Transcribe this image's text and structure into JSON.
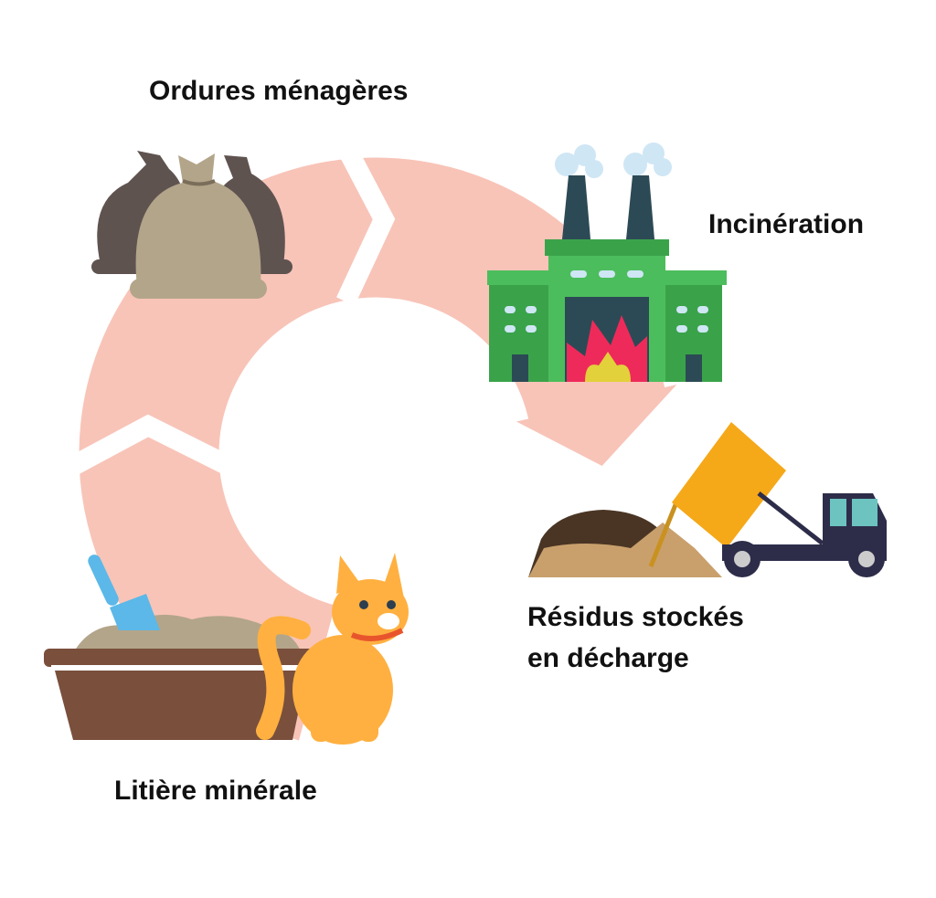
{
  "labels": {
    "household_waste": "Ordures ménagères",
    "incineration": "Incinération",
    "residues_line1": "Résidus stockés",
    "residues_line2": "en décharge",
    "mineral_litter": "Litière minérale"
  },
  "colors": {
    "ring": "#f8c4b8",
    "factory_green": "#4cbd5c",
    "factory_dark": "#3aa34a",
    "chimney": "#2c4a55",
    "flame": "#ee2a5a",
    "flame_inner": "#e2d13a",
    "truck_dump": "#f5a818",
    "truck_cab": "#2d2d4a",
    "litter_box": "#7a4f3c",
    "cat": "#ffb040"
  }
}
